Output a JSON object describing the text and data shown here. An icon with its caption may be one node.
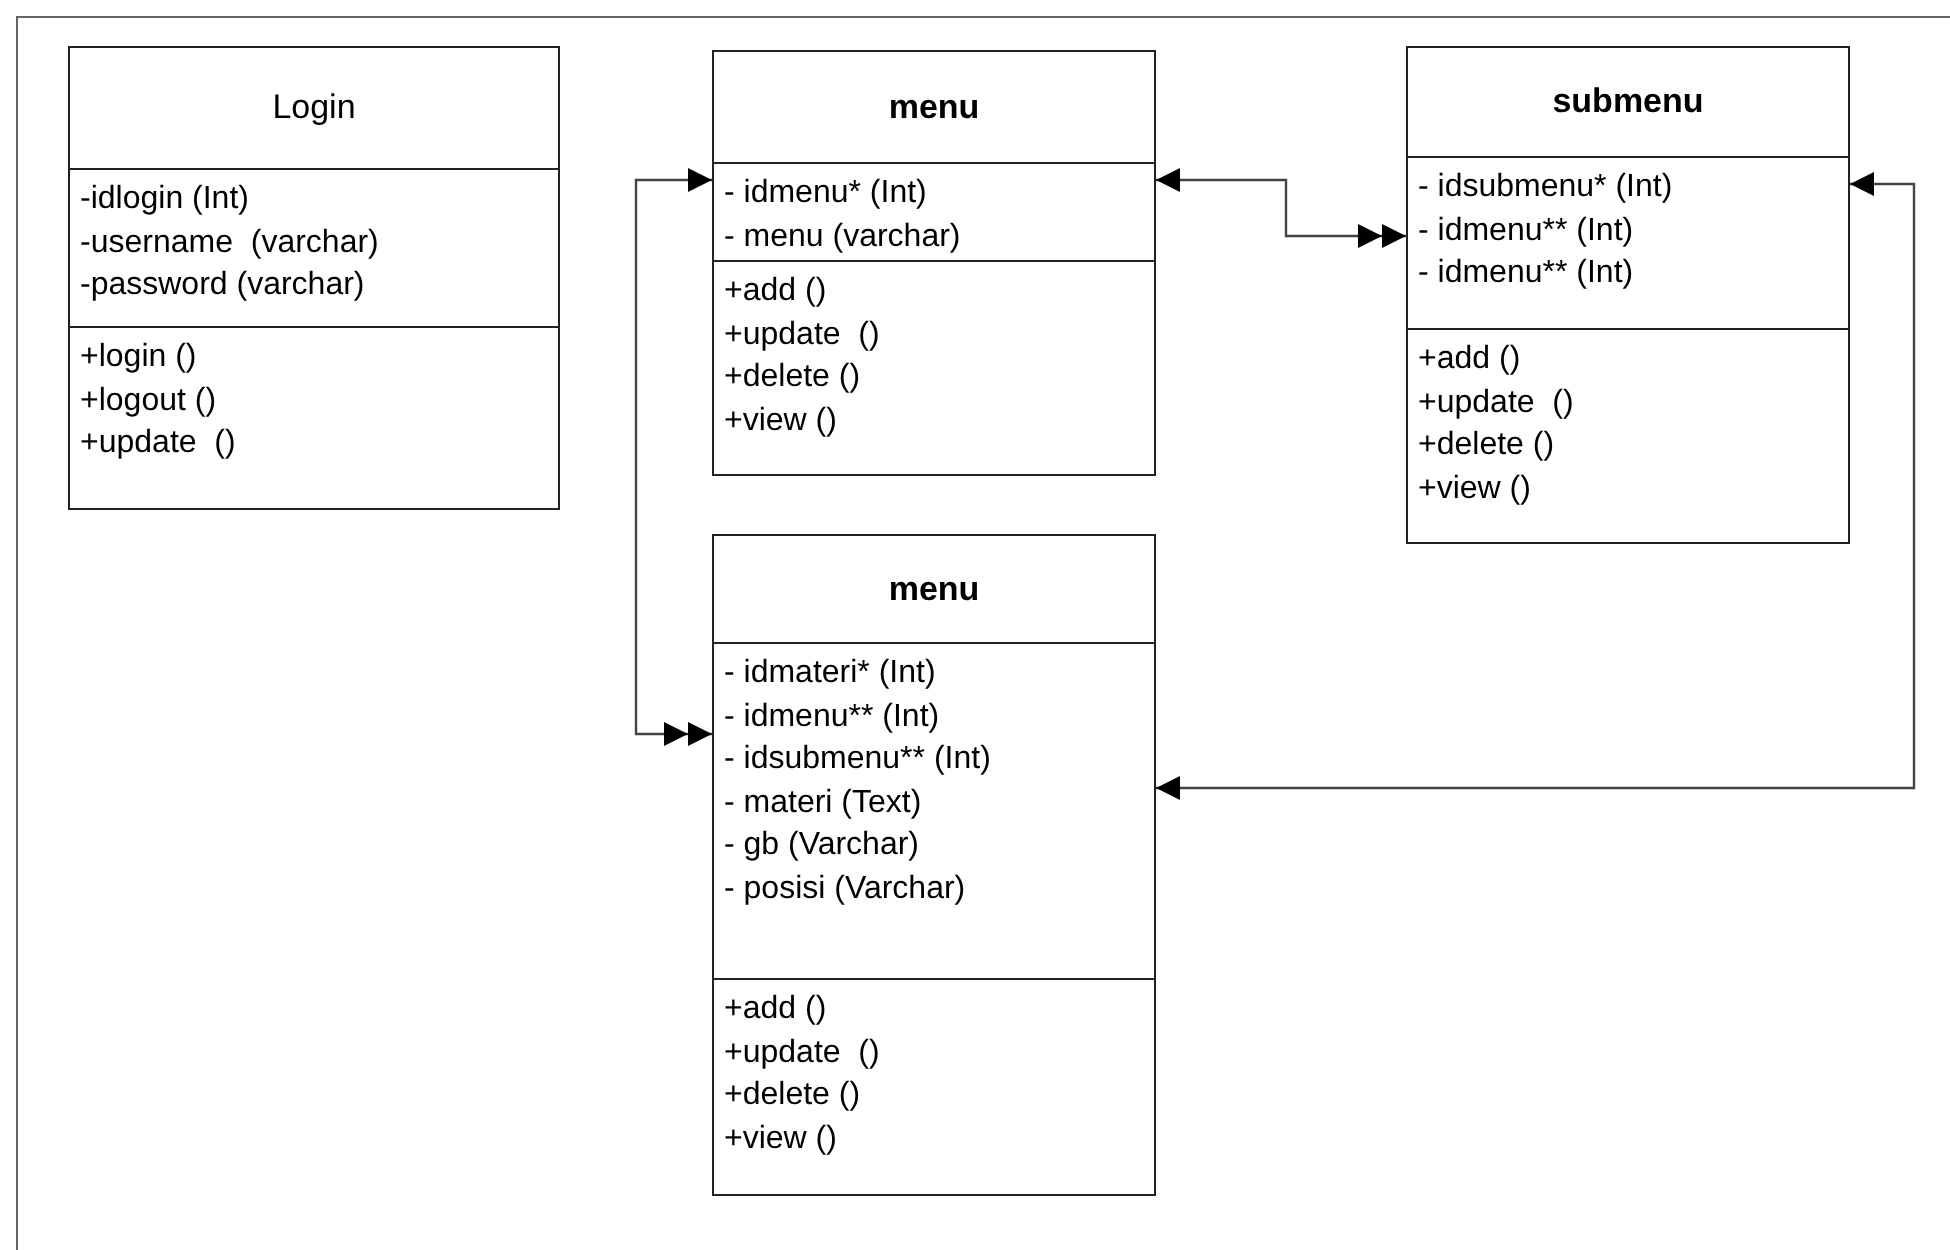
{
  "diagram": {
    "nodes": [
      {
        "text": [
          "Login"
        ]
      },
      {
        "text": [
          "-idlogin (Int)",
          "-username  (varchar)",
          "-password (varchar)"
        ],
        "in": 0
      },
      {
        "text": [
          "+login ()",
          "+logout ()",
          "+update  ()"
        ],
        "in": 0
      },
      {
        "text": [
          "menu"
        ]
      },
      {
        "text": [
          "- idmenu* (Int)",
          "- menu (varchar)"
        ],
        "in": 3
      },
      {
        "text": [
          "+add ()",
          "+update  ()",
          "+delete ()",
          "+view ()"
        ],
        "in": 3
      },
      {
        "text": [
          "submenu"
        ]
      },
      {
        "text": [
          "- idsubmenu* (Int)",
          "- idmenu** (Int)",
          "- idmenu** (Int)"
        ],
        "in": 6
      },
      {
        "text": [
          "+add ()",
          "+update  ()",
          "+delete ()",
          "+view ()"
        ],
        "in": 6
      },
      {
        "text": [
          "menu"
        ]
      },
      {
        "text": [
          "- idmateri* (Int)",
          "- idmenu** (Int)",
          "- idsubmenu** (Int)",
          "- materi (Text)",
          "- gb (Varchar)",
          "- posisi (Varchar)"
        ],
        "in": 9
      },
      {
        "text": [
          "+add ()",
          "+update  ()",
          "+delete ()",
          "+view ()"
        ],
        "in": 9
      }
    ],
    "edges": [
      {
        "from": 4,
        "to": 7,
        "arrow": "both"
      },
      {
        "from": 4,
        "to": 10,
        "arrow": "both"
      },
      {
        "from": 7,
        "to": 10,
        "arrow": "both"
      }
    ]
  }
}
